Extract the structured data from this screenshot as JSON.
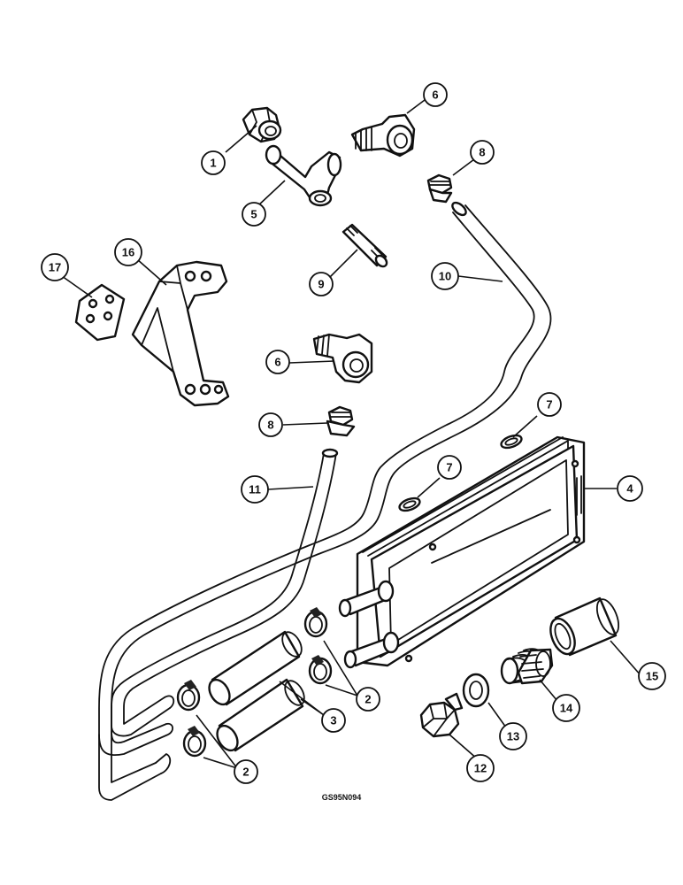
{
  "diagram": {
    "callouts": {
      "c1": "1",
      "c2a": "2",
      "c2b": "2",
      "c3": "3",
      "c4": "4",
      "c5": "5",
      "c6a": "6",
      "c6b": "6",
      "c7a": "7",
      "c7b": "7",
      "c8a": "8",
      "c8b": "8",
      "c9": "9",
      "c10": "10",
      "c11": "11",
      "c12": "12",
      "c13": "13",
      "c14": "14",
      "c15": "15",
      "c16": "16",
      "c17": "17"
    },
    "drawing_code": "GS95N094"
  }
}
